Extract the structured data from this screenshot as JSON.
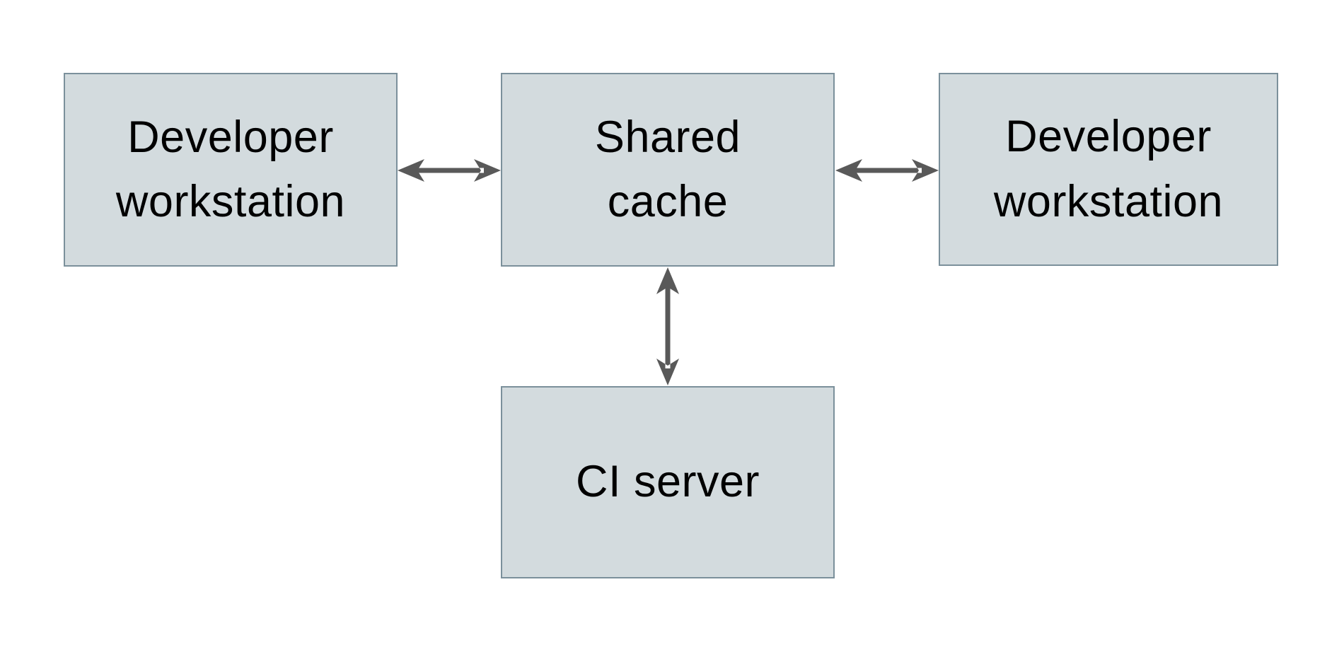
{
  "diagram": {
    "type": "architecture-diagram",
    "nodes": [
      {
        "id": "developer-workstation-left",
        "label": "Developer workstation",
        "lines": [
          "Developer",
          "workstation"
        ]
      },
      {
        "id": "shared-cache",
        "label": "Shared cache",
        "lines": [
          "Shared",
          "cache"
        ]
      },
      {
        "id": "developer-workstation-right",
        "label": "Developer workstation",
        "lines": [
          "Developer",
          "workstation"
        ]
      },
      {
        "id": "ci-server",
        "label": "CI server",
        "lines": [
          "CI server"
        ]
      }
    ],
    "edges": [
      {
        "from": "developer-workstation-left",
        "to": "shared-cache",
        "direction": "bidirectional"
      },
      {
        "from": "shared-cache",
        "to": "developer-workstation-right",
        "direction": "bidirectional"
      },
      {
        "from": "shared-cache",
        "to": "ci-server",
        "direction": "bidirectional"
      }
    ],
    "colors": {
      "background": "#ffffff",
      "node_fill": "#d3dbde",
      "node_border": "#7b909b",
      "arrow": "#595959",
      "text": "#000000"
    }
  }
}
